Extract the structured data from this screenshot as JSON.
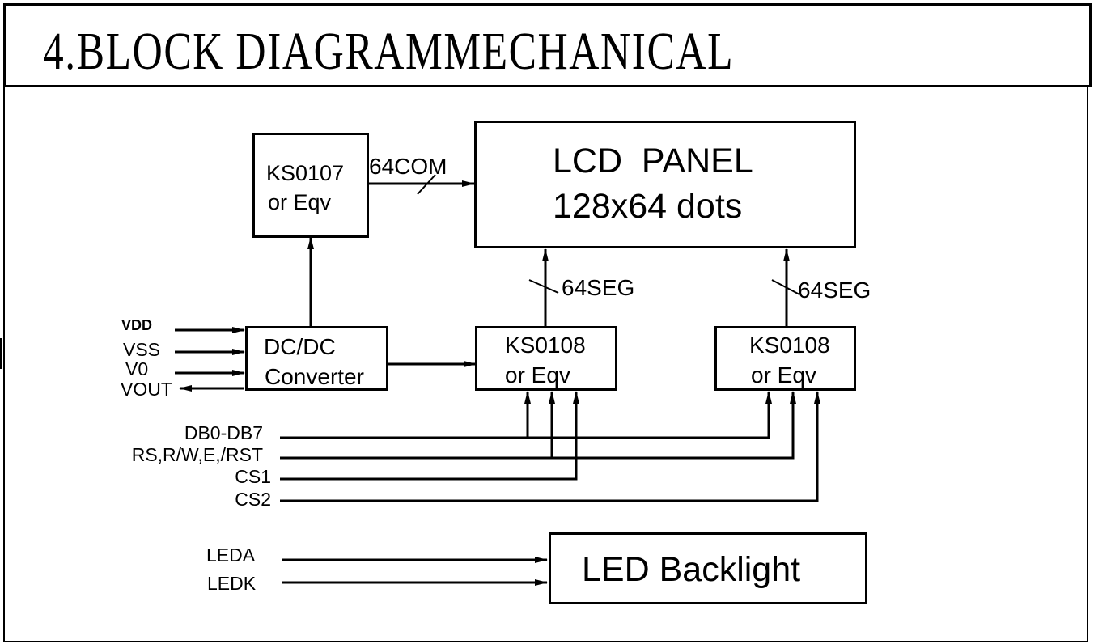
{
  "title": "4.BLOCK DIAGRAMMECHANICAL",
  "blocks": {
    "lcd_panel": {
      "line1": "LCD  PANEL",
      "line2": "128x64 dots"
    },
    "ks0107": {
      "line1": "KS0107",
      "line2": "or Eqv"
    },
    "dcdc": {
      "line1": "DC/DC",
      "line2": "Converter"
    },
    "ks0108_left": {
      "line1": "KS0108",
      "line2": "or Eqv"
    },
    "ks0108_right": {
      "line1": "KS0108",
      "line2": "or Eqv"
    },
    "backlight": {
      "label": "LED Backlight"
    }
  },
  "bus_labels": {
    "com": "64COM",
    "seg_left": "64SEG",
    "seg_right": "64SEG"
  },
  "power_pins": [
    "VDD",
    "VSS",
    "V0",
    "VOUT"
  ],
  "signals": [
    "DB0-DB7",
    "RS,R/W,E,/RST",
    "CS1",
    "CS2"
  ],
  "led_pins": [
    "LEDA",
    "LEDK"
  ]
}
